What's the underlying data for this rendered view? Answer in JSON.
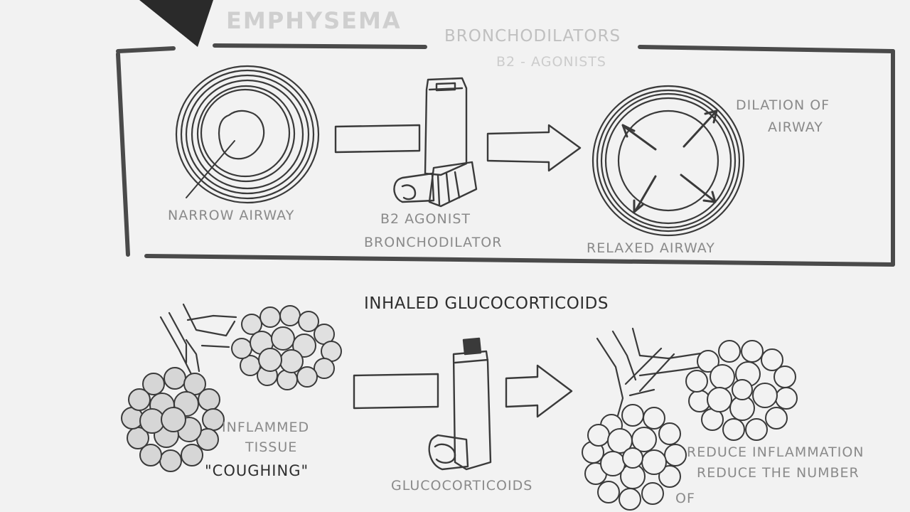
{
  "diagram": {
    "title": "EMPHYSEMA",
    "top_panel": {
      "heading": "BRONCHODILATORS",
      "subheading": "B2 - AGONISTS",
      "narrow_label": "NARROW AIRWAY",
      "agonist_label_line1": "B2 AGONIST",
      "agonist_label_line2": "BRONCHODILATOR",
      "relaxed_label": "RELAXED AIRWAY",
      "dilation_label_line1": "DILATION OF",
      "dilation_label_line2": "AIRWAY"
    },
    "bottom_panel": {
      "heading": "INHALED GLUCOCORTICOIDS",
      "inflamed_line1": "INFLAMMED",
      "inflamed_line2": "TISSUE",
      "coughing": "\"COUGHING\"",
      "gluco_label": "GLUCOCORTICOIDS",
      "reduce_line1": "REDUCE INFLAMMATION",
      "reduce_line2": "REDUCE THE NUMBER",
      "reduce_line3": "OF"
    },
    "colors": {
      "marker": "#3a3a3a",
      "faint": "#c4c4c4",
      "background": "#f2f2f2"
    }
  }
}
